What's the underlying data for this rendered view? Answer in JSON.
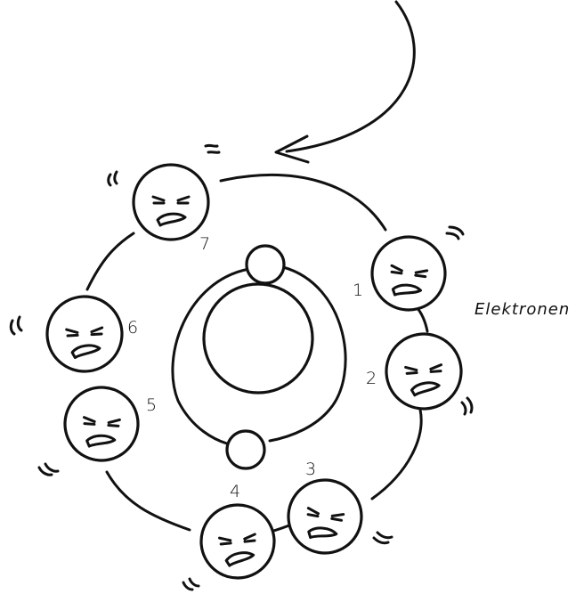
{
  "diagram": {
    "label": "Elektronen",
    "electrons": [
      {
        "number": "1"
      },
      {
        "number": "2"
      },
      {
        "number": "3"
      },
      {
        "number": "4"
      },
      {
        "number": "5"
      },
      {
        "number": "6"
      },
      {
        "number": "7"
      }
    ]
  }
}
